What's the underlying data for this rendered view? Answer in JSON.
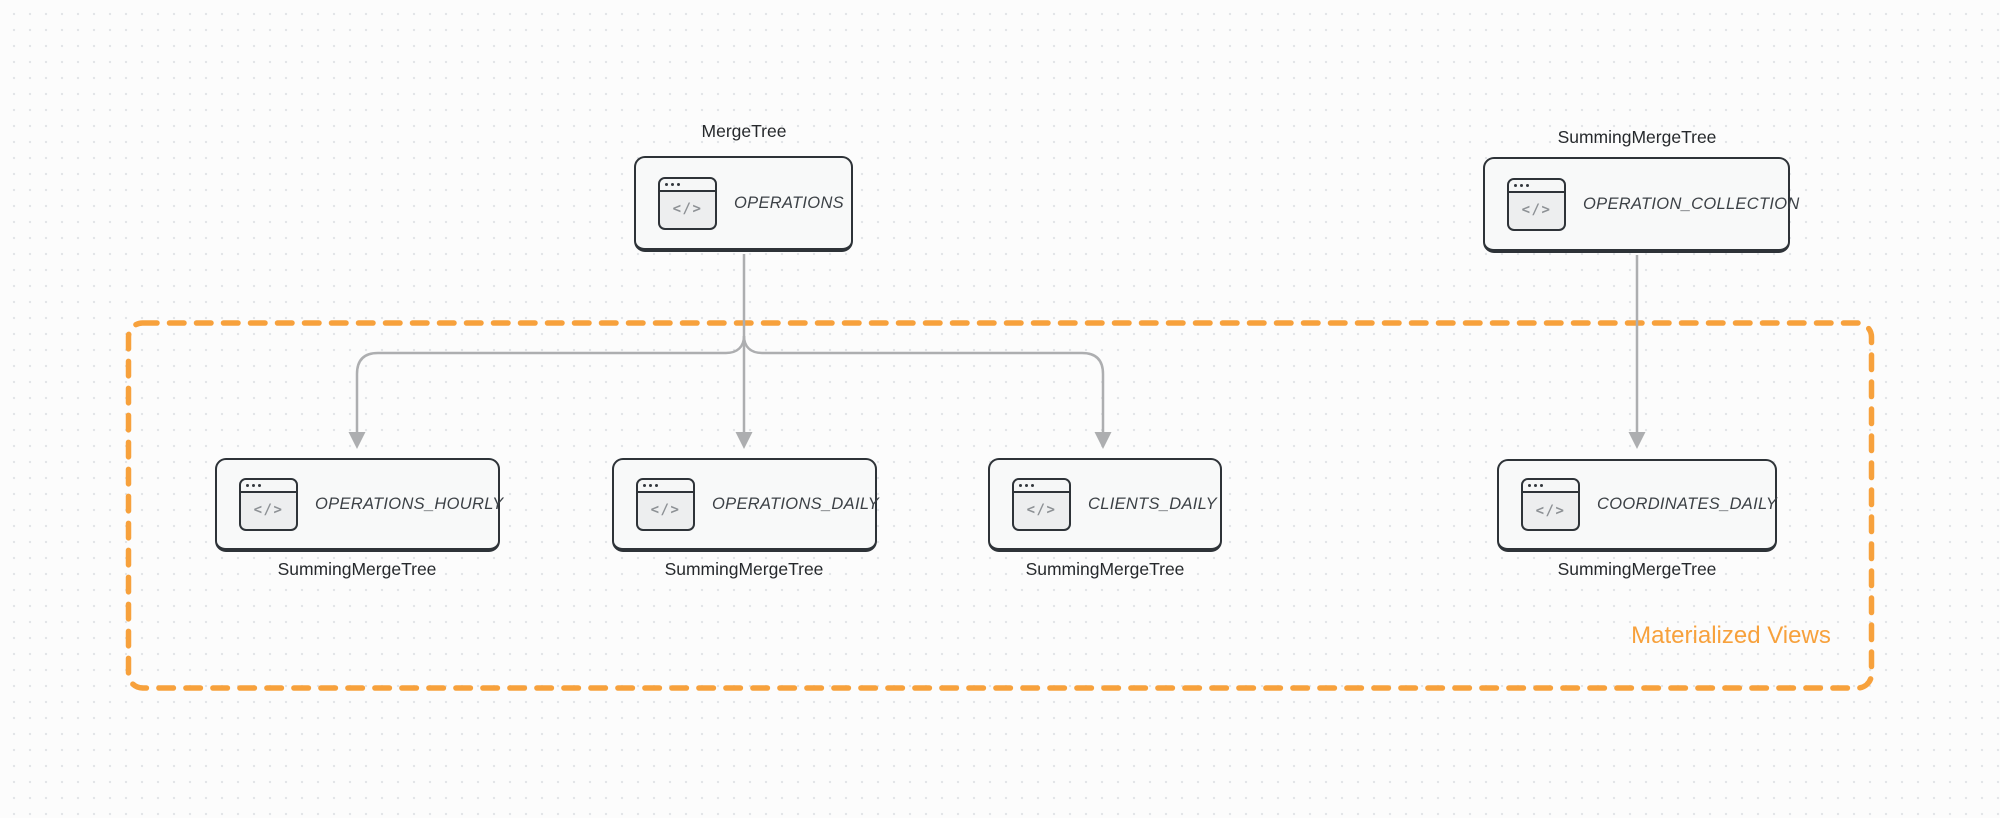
{
  "colors": {
    "accent": "#F7A13C",
    "arrow": "#ADAEB0",
    "node_border": "#2E3338",
    "node_fill": "#F8F9F9",
    "label_text": "#26292C",
    "title_text": "#3C4146"
  },
  "nodes": {
    "operations": {
      "engine": "MergeTree",
      "title": "OPERATIONS"
    },
    "operation_collection": {
      "engine": "SummingMergeTree",
      "title": "OPERATION_COLLECTION"
    },
    "operations_hourly": {
      "engine": "SummingMergeTree",
      "title": "OPERATIONS_HOURLY"
    },
    "operations_daily": {
      "engine": "SummingMergeTree",
      "title": "OPERATIONS_DAILY"
    },
    "clients_daily": {
      "engine": "SummingMergeTree",
      "title": "CLIENTS_DAILY"
    },
    "coordinates_daily": {
      "engine": "SummingMergeTree",
      "title": "COORDINATES_DAILY"
    }
  },
  "group": {
    "label": "Materialized Views"
  },
  "icons": {
    "code_window_glyph": "</>"
  }
}
